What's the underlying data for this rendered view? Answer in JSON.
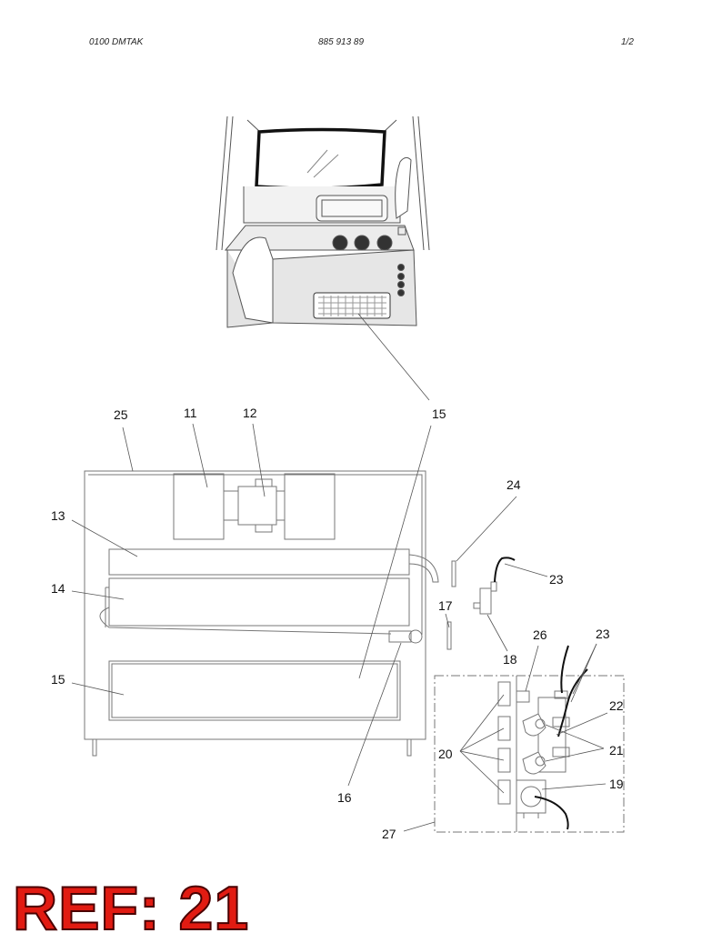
{
  "header": {
    "code": "0100   DMTAK",
    "part_number": "885 913 89",
    "page": "1/2"
  },
  "callouts": {
    "c11": "11",
    "c12": "12",
    "c13": "13",
    "c14": "14",
    "c15_top": "15",
    "c15_left": "15",
    "c16": "16",
    "c17": "17",
    "c18": "18",
    "c19": "19",
    "c20": "20",
    "c21": "21",
    "c22": "22",
    "c23_a": "23",
    "c23_b": "23",
    "c24": "24",
    "c25": "25",
    "c26": "26",
    "c27": "27"
  },
  "reference": "REF: 21"
}
